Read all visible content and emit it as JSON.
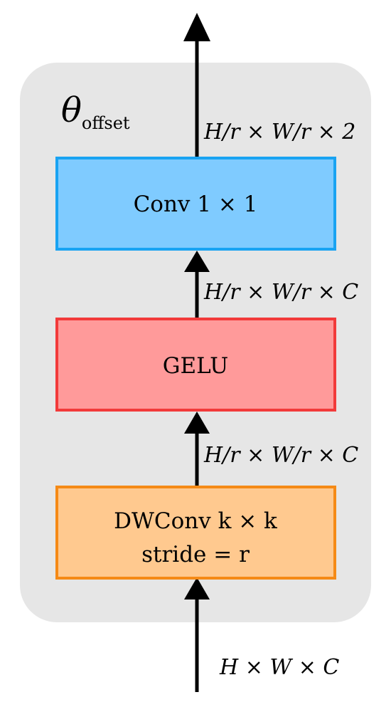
{
  "module": {
    "title_symbol": "θ",
    "title_subscript": "offset",
    "colors": {
      "panel_fill": "#e6e6e6",
      "arrow": "#000000"
    }
  },
  "blocks": [
    {
      "id": "conv1x1",
      "line1": "Conv 1 × 1",
      "line2": "",
      "fill": "#7fcbff",
      "stroke": "#19a3f2"
    },
    {
      "id": "gelu",
      "line1": "GELU",
      "line2": "",
      "fill": "#ff9a9a",
      "stroke": "#f23a3a"
    },
    {
      "id": "dwconv",
      "line1": "DWConv k × k",
      "line2": "stride = r",
      "fill": "#ffc98f",
      "stroke": "#f58a16"
    }
  ],
  "shapes": {
    "output": "H/r × W/r × 2",
    "after_gelu": "H/r × W/r × C",
    "after_dwconv": "H/r × W/r × C",
    "input": "H × W × C"
  }
}
